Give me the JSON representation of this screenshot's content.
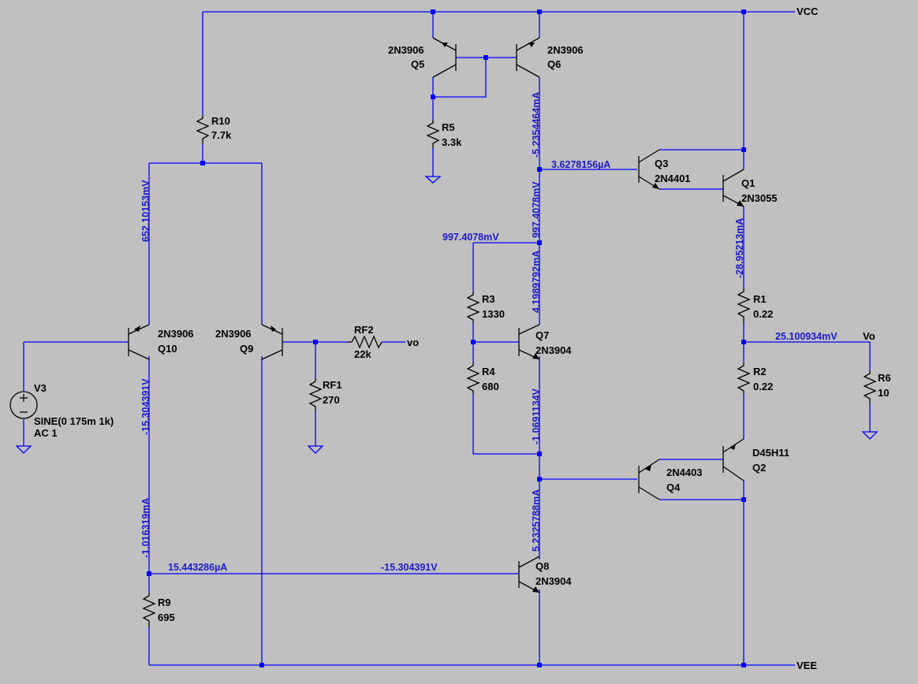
{
  "nets": {
    "vcc": "VCC",
    "vee": "VEE",
    "vo_out": "Vo",
    "vo_fb": "vo"
  },
  "components": {
    "q5": {
      "model": "2N3906",
      "ref": "Q5"
    },
    "q6": {
      "model": "2N3906",
      "ref": "Q6"
    },
    "q10": {
      "model": "2N3906",
      "ref": "Q10"
    },
    "q9": {
      "model": "2N3906",
      "ref": "Q9"
    },
    "q3": {
      "model": "2N4401",
      "ref": "Q3"
    },
    "q1": {
      "model": "2N3055",
      "ref": "Q1"
    },
    "q7": {
      "model": "2N3904",
      "ref": "Q7"
    },
    "q8": {
      "model": "2N3904",
      "ref": "Q8"
    },
    "q4": {
      "model": "2N4403",
      "ref": "Q4"
    },
    "q2": {
      "model": "D45H11",
      "ref": "Q2"
    },
    "r10": {
      "ref": "R10",
      "value": "7.7k"
    },
    "r5": {
      "ref": "R5",
      "value": "3.3k"
    },
    "rf2": {
      "ref": "RF2",
      "value": "22k"
    },
    "rf1": {
      "ref": "RF1",
      "value": "270"
    },
    "r3": {
      "ref": "R3",
      "value": "1330"
    },
    "r4": {
      "ref": "R4",
      "value": "680"
    },
    "r1": {
      "ref": "R1",
      "value": "0.22"
    },
    "r2": {
      "ref": "R2",
      "value": "0.22"
    },
    "r6": {
      "ref": "R6",
      "value": "10"
    },
    "r9": {
      "ref": "R9",
      "value": "695"
    },
    "v3": {
      "ref": "V3",
      "value": "SINE(0 175m 1k)",
      "ac": "AC 1"
    }
  },
  "operating_points": {
    "q6_collector_current": "-5.2354464mA",
    "q3_base_current": "3.6278156µA",
    "node_997_a": "997.4078mV",
    "node_997_b": "997.4078mV",
    "q7_collector_current": "4.1989792mA",
    "q7_emitter_voltage": "-1.0691134V",
    "q8_collector_current": "5.2325788mA",
    "q1_emitter_current": "-28.95213mA",
    "output_voltage": "25.100934mV",
    "q10_collector_voltage": "652.10153mV",
    "q10_emitter_voltage": "-15.304391V",
    "q10_emitter_current": "-1.016319mA",
    "q8_base_current": "15.443286µA",
    "q8_base_voltage": "-15.304391V"
  }
}
